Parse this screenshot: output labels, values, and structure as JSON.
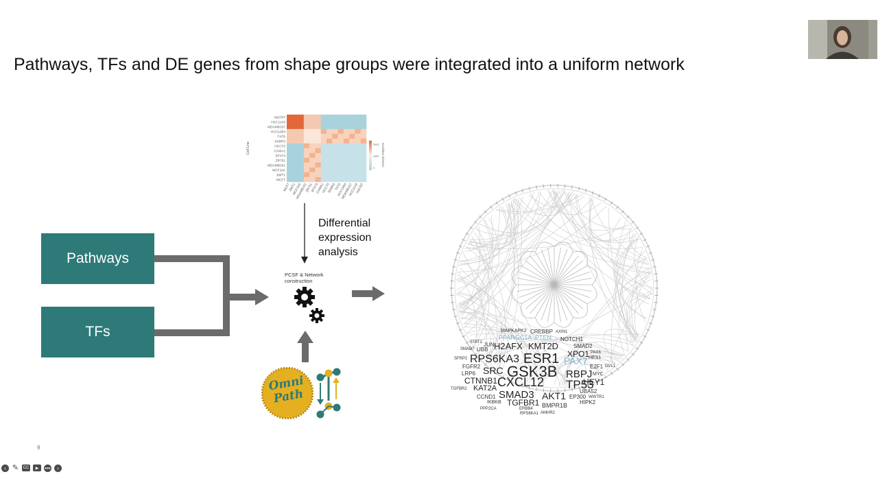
{
  "slide": {
    "title": "Pathways, TFs and DE genes from shape groups were integrated into a uniform network",
    "page_number": "9"
  },
  "diagram": {
    "pathways_label": "Pathways",
    "tfs_label": "TFs",
    "de_label_lines": [
      "Differential",
      "expression",
      "analysis"
    ],
    "pcsf_label_lines": [
      "PCSF & Network",
      "construction"
    ],
    "logo_text_lines": [
      "Omni",
      "Path"
    ]
  },
  "heatmap": {
    "row_labels": [
      "hs578T",
      "HCC1143",
      "MDAMB157",
      "HCC1954",
      "T47D",
      "SKBR3",
      "HCC70",
      "CAMA1",
      "BT474",
      "ZR751",
      "MDAMB231",
      "MCF10A",
      "JIMT1",
      "MCF7"
    ],
    "col_labels": [
      "MCF7",
      "JIMT1",
      "MCF10A",
      "MDAMB231",
      "ZR751",
      "BT474",
      "CAMA1",
      "HCC70",
      "SKBR3",
      "T47D",
      "HCC1954",
      "MDAMB157",
      "HCC1143",
      "hs578T"
    ],
    "y_axis_title": "Cell Line",
    "colorbar_title": "Euclidean distance",
    "colorbar_ticks": [
      "2000",
      "1000",
      "0"
    ],
    "colors": {
      "high": "#e2683a",
      "mid": "#f8efe8",
      "low": "#a9d3dc"
    }
  },
  "word_cloud": [
    {
      "t": "MAPKAPK2",
      "s": 7,
      "c": "#333"
    },
    {
      "t": "CREBBP",
      "s": 8,
      "c": "#333"
    },
    {
      "t": "AXIN1",
      "s": 6,
      "c": "#333"
    },
    {
      "t": "PPARGC1A",
      "s": 9,
      "c": "#7ab3d0"
    },
    {
      "t": "PTEN",
      "s": 9,
      "c": "#7ab3d0"
    },
    {
      "t": "NOTCH1",
      "s": 8,
      "c": "#333"
    },
    {
      "t": "STAT1",
      "s": 6,
      "c": "#333"
    },
    {
      "t": "JUN",
      "s": 8,
      "c": "#333"
    },
    {
      "t": "H2AFX",
      "s": 13,
      "c": "#222"
    },
    {
      "t": "KMT2D",
      "s": 13,
      "c": "#222"
    },
    {
      "t": "SMAD2",
      "s": 8,
      "c": "#333"
    },
    {
      "t": "SMAD7",
      "s": 6,
      "c": "#333"
    },
    {
      "t": "UBB",
      "s": 8,
      "c": "#333"
    },
    {
      "t": "XPO1",
      "s": 12,
      "c": "#222"
    },
    {
      "t": "PAX6",
      "s": 6,
      "c": "#333"
    },
    {
      "t": "SFRP2",
      "s": 6,
      "c": "#333"
    },
    {
      "t": "RPS6KA3",
      "s": 16,
      "c": "#222"
    },
    {
      "t": "ESR1",
      "s": 20,
      "c": "#222"
    },
    {
      "t": "HES1",
      "s": 7,
      "c": "#333"
    },
    {
      "t": "PAX7",
      "s": 14,
      "c": "#7ab3d0"
    },
    {
      "t": "FGFR2",
      "s": 8,
      "c": "#333"
    },
    {
      "t": "SRC",
      "s": 14,
      "c": "#222"
    },
    {
      "t": "GSK3B",
      "s": 22,
      "c": "#222"
    },
    {
      "t": "E2F1",
      "s": 8,
      "c": "#333"
    },
    {
      "t": "DVL1",
      "s": 6,
      "c": "#333"
    },
    {
      "t": "LRP6",
      "s": 8,
      "c": "#333"
    },
    {
      "t": "RBPJ",
      "s": 15,
      "c": "#222"
    },
    {
      "t": "MYC",
      "s": 7,
      "c": "#333"
    },
    {
      "t": "CTNNB1",
      "s": 12,
      "c": "#222"
    },
    {
      "t": "CXCL12",
      "s": 18,
      "c": "#222"
    },
    {
      "t": "HEY1",
      "s": 12,
      "c": "#222"
    },
    {
      "t": "TP53",
      "s": 17,
      "c": "#222"
    },
    {
      "t": "KAT2A",
      "s": 11,
      "c": "#222"
    },
    {
      "t": "TGFBR2",
      "s": 6,
      "c": "#333"
    },
    {
      "t": "UBA52",
      "s": 8,
      "c": "#333"
    },
    {
      "t": "SMAD3",
      "s": 15,
      "c": "#222"
    },
    {
      "t": "AKT1",
      "s": 14,
      "c": "#222"
    },
    {
      "t": "CCND1",
      "s": 8,
      "c": "#333"
    },
    {
      "t": "EP300",
      "s": 8,
      "c": "#333"
    },
    {
      "t": "WWTR1",
      "s": 6,
      "c": "#333"
    },
    {
      "t": "IKBKB",
      "s": 7,
      "c": "#333"
    },
    {
      "t": "TGFBR1",
      "s": 12,
      "c": "#222"
    },
    {
      "t": "HIPK2",
      "s": 8,
      "c": "#333"
    },
    {
      "t": "BMPR1B",
      "s": 9,
      "c": "#333"
    },
    {
      "t": "ERBB4",
      "s": 6,
      "c": "#333"
    },
    {
      "t": "PPP2CA",
      "s": 6,
      "c": "#333"
    },
    {
      "t": "RPS6KA1",
      "s": 6,
      "c": "#333"
    },
    {
      "t": "AMHR2",
      "s": 6,
      "c": "#333"
    }
  ],
  "toolbar": {
    "prev_icon": "arrow-left-icon",
    "pen_icon": "pen-icon",
    "cc_icon": "captions-icon",
    "camera_icon": "camera-icon",
    "more_icon": "more-icon",
    "next_icon": "arrow-right-icon"
  }
}
